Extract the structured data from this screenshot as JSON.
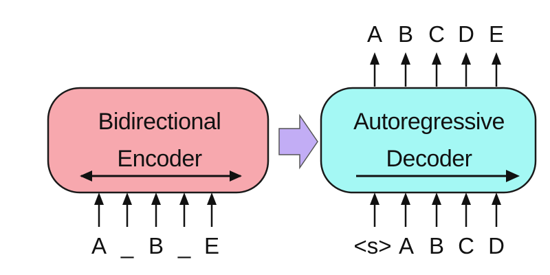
{
  "encoder": {
    "title_line1": "Bidirectional",
    "title_line2": "Encoder",
    "fill_color": "#f7a8ae",
    "inputs": [
      "A",
      "_",
      "B",
      "_",
      "E"
    ]
  },
  "decoder": {
    "title_line1": "Autoregressive",
    "title_line2": "Decoder",
    "fill_color": "#a4f8f4",
    "inputs": [
      "<s>",
      "A",
      "B",
      "C",
      "D"
    ],
    "outputs": [
      "A",
      "B",
      "C",
      "D",
      "E"
    ]
  },
  "transition_arrow": {
    "fill_color": "#c2adf5"
  }
}
